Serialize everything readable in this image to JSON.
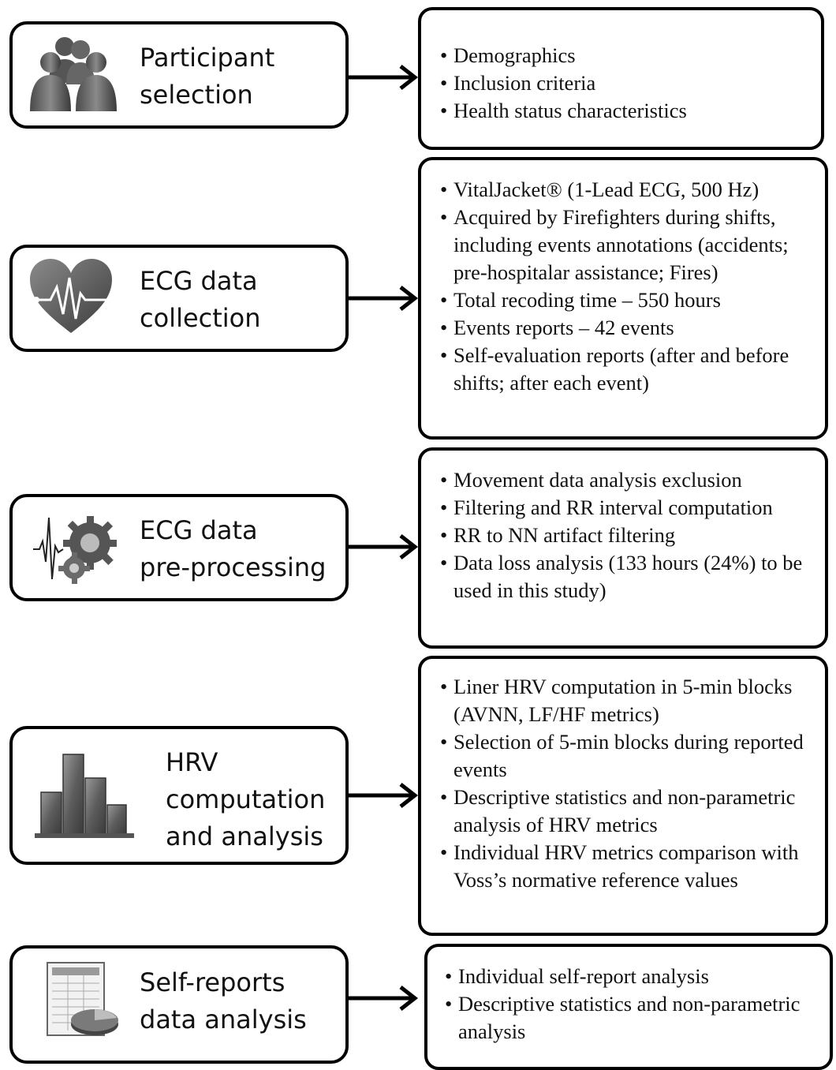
{
  "stages": [
    {
      "label_lines": [
        "Participant",
        "selection"
      ],
      "icon": "people-group-icon",
      "details": [
        "Demographics",
        "Inclusion criteria",
        "Health status characteristics"
      ]
    },
    {
      "label_lines": [
        "ECG data",
        "collection"
      ],
      "icon": "heart-ecg-icon",
      "details": [
        "VitalJacket® (1-Lead ECG, 500 Hz)",
        "Acquired by Firefighters during shifts, including events annotations (accidents; pre-hospitalar assistance; Fires)",
        "Total recoding time – 550 hours",
        "Events reports – 42 events",
        "Self-evaluation reports (after and before shifts; after each event)"
      ]
    },
    {
      "label_lines": [
        "ECG data",
        "pre-processing"
      ],
      "icon": "ecg-gears-icon",
      "details": [
        "Movement data analysis exclusion",
        "Filtering and RR interval computation",
        "RR to NN artifact filtering",
        "Data loss analysis (133 hours (24%) to be used in this study)"
      ]
    },
    {
      "label_lines": [
        "HRV",
        "computation",
        "and analysis"
      ],
      "icon": "bar-chart-icon",
      "details": [
        "Liner HRV computation in 5-min blocks (AVNN, LF/HF metrics)",
        "Selection of 5-min blocks during reported events",
        "Descriptive statistics and non-parametric analysis of HRV metrics",
        "Individual HRV metrics comparison with Voss’s normative reference values"
      ]
    },
    {
      "label_lines": [
        "Self-reports",
        "data analysis"
      ],
      "icon": "spreadsheet-pie-icon",
      "details": [
        "Individual self-report analysis",
        "Descriptive statistics and non-parametric analysis"
      ]
    }
  ]
}
